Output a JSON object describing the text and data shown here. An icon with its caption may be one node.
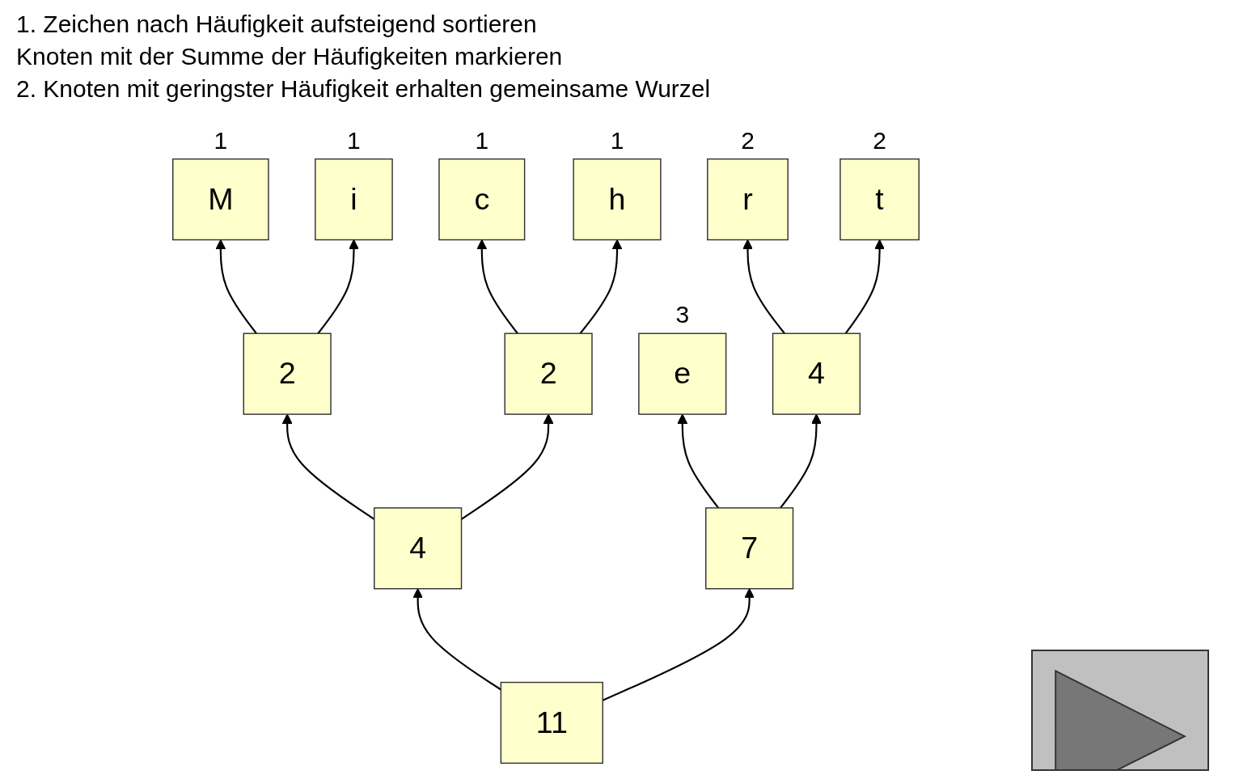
{
  "diagram": {
    "nodes": [
      {
        "text": [
          "M"
        ],
        "beside": [
          "1"
        ]
      },
      {
        "text": [
          "i"
        ],
        "beside": [
          "1"
        ]
      },
      {
        "text": [
          "c"
        ],
        "beside": [
          "1"
        ]
      },
      {
        "text": [
          "h"
        ],
        "beside": [
          "1"
        ]
      },
      {
        "text": [
          "r"
        ],
        "beside": [
          "2"
        ]
      },
      {
        "text": [
          "t"
        ],
        "beside": [
          "2"
        ]
      },
      {
        "text": [
          "e"
        ],
        "beside": [
          "3"
        ]
      },
      {
        "text": [
          "2"
        ]
      },
      {
        "text": [
          "2"
        ]
      },
      {
        "text": [
          "4"
        ]
      },
      {
        "text": [
          "4"
        ]
      },
      {
        "text": [
          "7"
        ]
      },
      {
        "text": [
          "11"
        ]
      }
    ],
    "edges": [
      {
        "from": 7,
        "to": 0,
        "arrow": "to"
      },
      {
        "from": 7,
        "to": 1,
        "arrow": "to"
      },
      {
        "from": 8,
        "to": 2,
        "arrow": "to"
      },
      {
        "from": 8,
        "to": 3,
        "arrow": "to"
      },
      {
        "from": 9,
        "to": 4,
        "arrow": "to"
      },
      {
        "from": 9,
        "to": 5,
        "arrow": "to"
      },
      {
        "from": 11,
        "to": 6,
        "arrow": "to"
      },
      {
        "from": 10,
        "to": 7,
        "arrow": "to"
      },
      {
        "from": 10,
        "to": 8,
        "arrow": "to"
      },
      {
        "from": 11,
        "to": 9,
        "arrow": "to"
      },
      {
        "from": 12,
        "to": 10,
        "arrow": "to"
      },
      {
        "from": 12,
        "to": 11,
        "arrow": "to"
      }
    ],
    "labels": [
      "1. Zeichen nach Häufigkeit aufsteigend sortieren",
      "Knoten mit der Summe der Häufigkeiten markieren",
      "2. Knoten mit geringster Häufigkeit erhalten gemeinsame Wurzel"
    ]
  }
}
